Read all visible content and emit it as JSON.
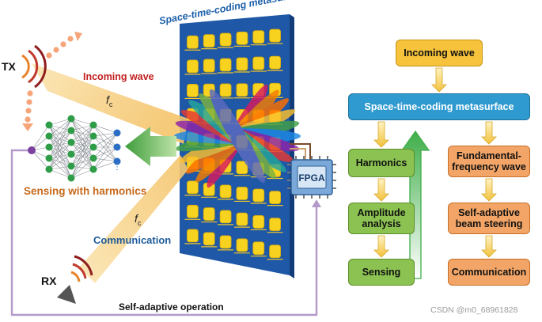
{
  "diagram": {
    "title": "Space-time-coding metasurface",
    "tx": {
      "label": "TX"
    },
    "rx": {
      "label": "RX"
    },
    "incoming_wave": "Incoming wave",
    "fc_label": {
      "letter": "f",
      "sub": "c"
    },
    "sensing_caption": "Sensing with harmonics",
    "communication_caption": "Communication",
    "self_adaptive_label": "Self-adaptive operation",
    "fpga_label": "FPGA",
    "watermark": "CSDN @m0_68961828"
  },
  "flowchart": {
    "incoming": "Incoming wave",
    "metasurface": "Space-time-coding metasurface",
    "harmonics": "Harmonics",
    "amplitude": [
      "Amplitude",
      "analysis"
    ],
    "sensing": "Sensing",
    "fundamental": [
      "Fundamental-",
      "frequency wave"
    ],
    "beam": [
      "Self-adaptive",
      "beam steering"
    ],
    "communication": "Communication"
  },
  "colors": {
    "yellow_box": "#f7c33c",
    "blue_box": "#2e9ad0",
    "green_box": "#8cc251",
    "orange_box": "#f2a567",
    "metasurface_bg": "#1f58a6",
    "metasurface_pad": "#f7d21e",
    "title_blue": "#1b5fa8",
    "incoming_red": "#c21f1f",
    "sensing_orange": "#c76a1d",
    "comm_blue": "#1f5c99",
    "feedback_purple": "#b49ac8"
  }
}
